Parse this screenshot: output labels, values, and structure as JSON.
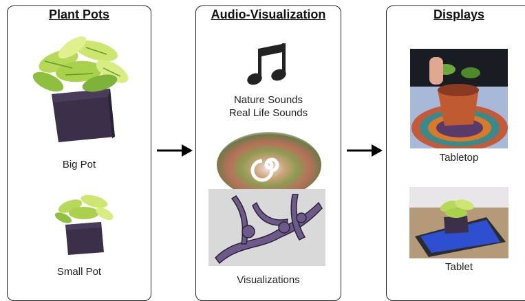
{
  "panels": {
    "plant_pots": {
      "title": "Plant Pots",
      "big_pot_label": "Big Pot",
      "small_pot_label": "Small Pot"
    },
    "audio_visualization": {
      "title": "Audio-Visualization",
      "sounds_line1": "Nature Sounds",
      "sounds_line2": "Real Life Sounds",
      "visualizations_label": "Visualizations"
    },
    "displays": {
      "title": "Displays",
      "tabletop_label": "Tabletop",
      "tablet_label": "Tablet"
    }
  },
  "icons": {
    "music": "music-note-icon",
    "arrow": "arrow-right-icon"
  },
  "colors": {
    "border": "#222222",
    "leaf_light": "#c9e36a",
    "leaf_dark": "#5f9a2a",
    "pot": "#3b2f4a",
    "tentacle": "#6e5a8a",
    "screen_blue": "#2e4fd0"
  }
}
